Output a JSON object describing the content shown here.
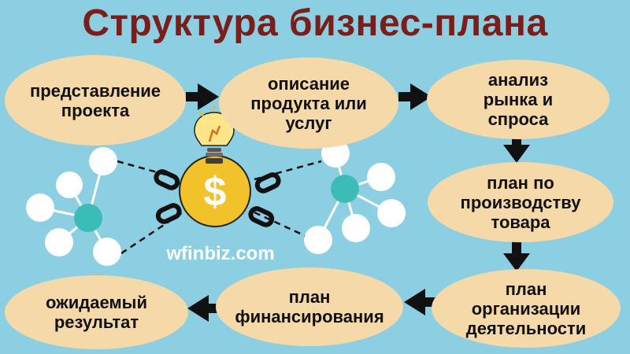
{
  "title": "Структура бизнес-плана",
  "steps": [
    "представление\nпроекта",
    "описание\nпродукта или\nуслуг",
    "анализ\nрынка и\nспроса",
    "план по\nпроизводству\nтовара",
    "план\nорганизации\nдеятельности",
    "план\nфинансирования",
    "ожидаемый\nрезультат"
  ],
  "center": {
    "currency_symbol": "$",
    "website": "wfinbiz.com"
  },
  "colors": {
    "background": "#8ccfe3",
    "title": "#7b1e1a",
    "step_fill": "#f5d9a8",
    "arrow": "#111111",
    "coin": "#f2c22a",
    "node_accent": "#3bbcb6"
  },
  "icons": [
    "lightbulb-icon",
    "dollar-coin-icon",
    "chain-link-icon",
    "molecule-icon",
    "arrow-icon"
  ]
}
